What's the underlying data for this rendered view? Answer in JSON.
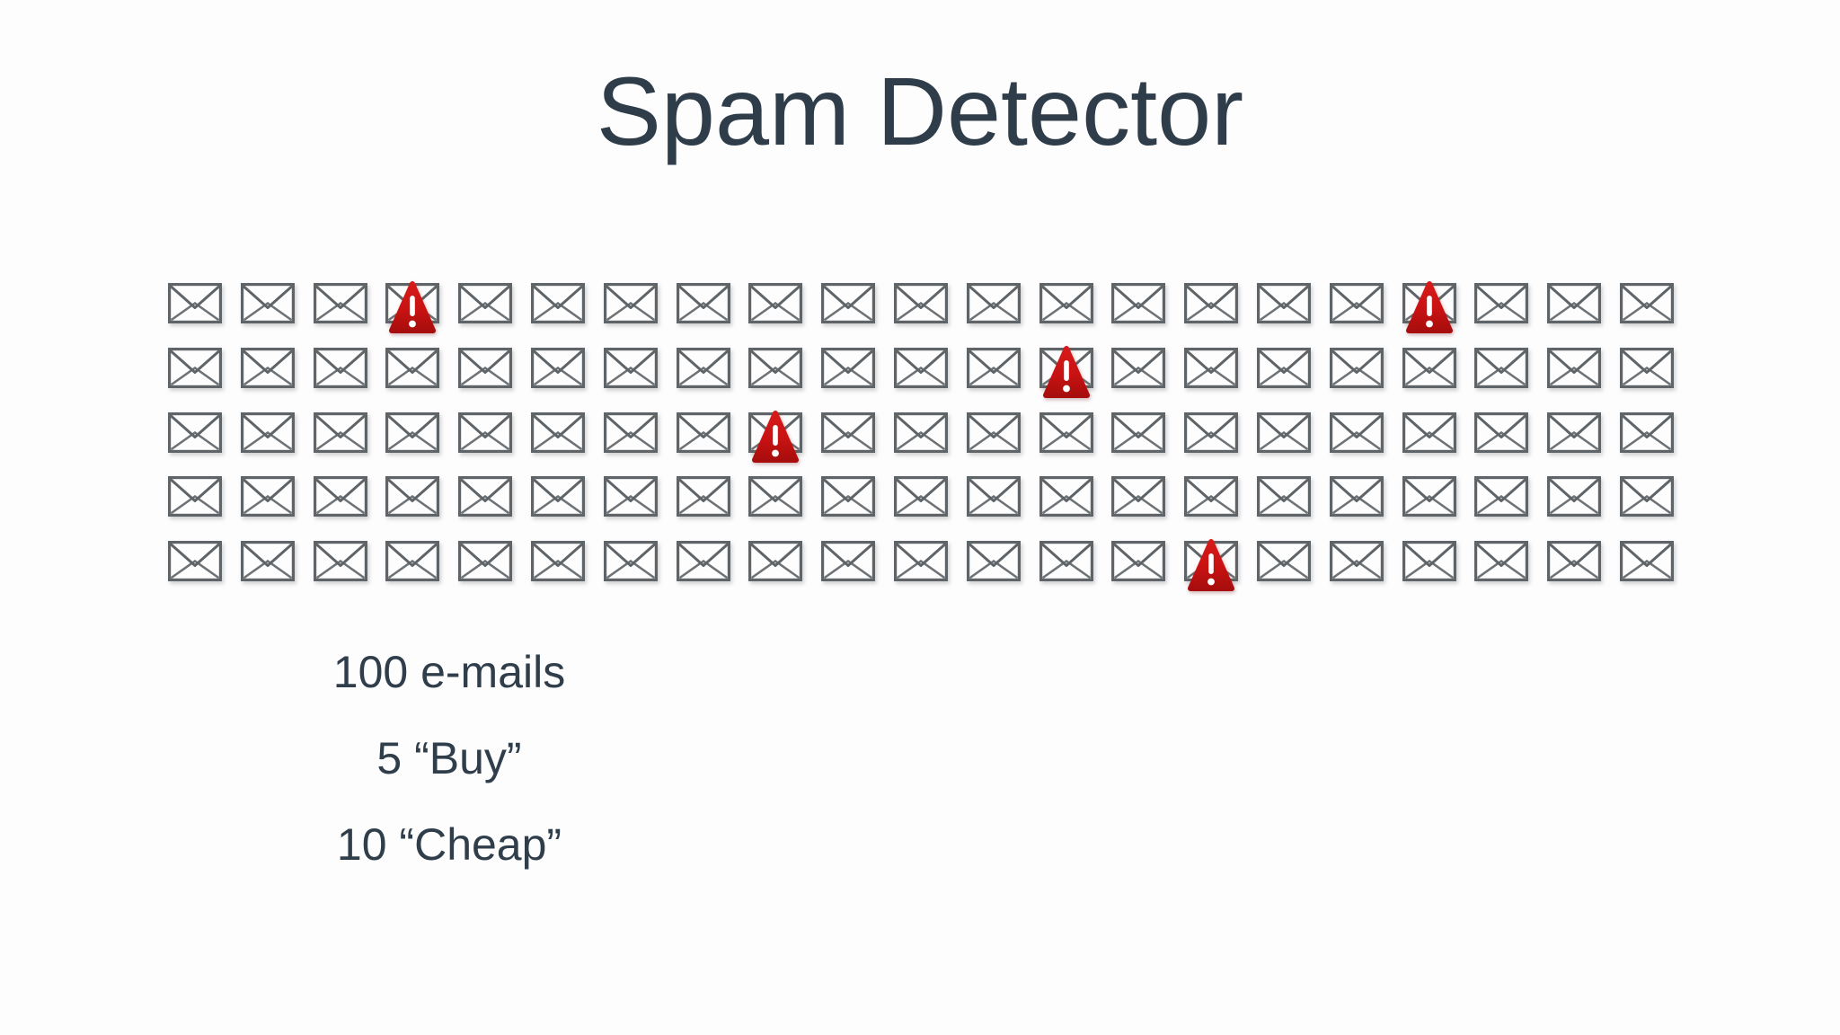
{
  "title": "Spam Detector",
  "grid": {
    "rows": 5,
    "cols": 21,
    "total_emails_shown": 105,
    "envelope_icon": "envelope-icon",
    "warning_icon": "spam-warning-icon",
    "warnings": [
      [
        1,
        4
      ],
      [
        1,
        18
      ],
      [
        2,
        13
      ],
      [
        3,
        9
      ],
      [
        5,
        15
      ]
    ],
    "warning_count": 5
  },
  "stats": {
    "lines": [
      {
        "label": "100 e-mails"
      },
      {
        "label": "5 “Buy”"
      },
      {
        "label": "10 “Cheap”"
      }
    ]
  },
  "colors": {
    "bg": "#fdfdfe",
    "title-color": "#2e3d49",
    "body-color": "#2f3e4a",
    "env-stroke": "#5f6468",
    "env-fold": "#6d7276",
    "warn-red": "#c81212"
  }
}
